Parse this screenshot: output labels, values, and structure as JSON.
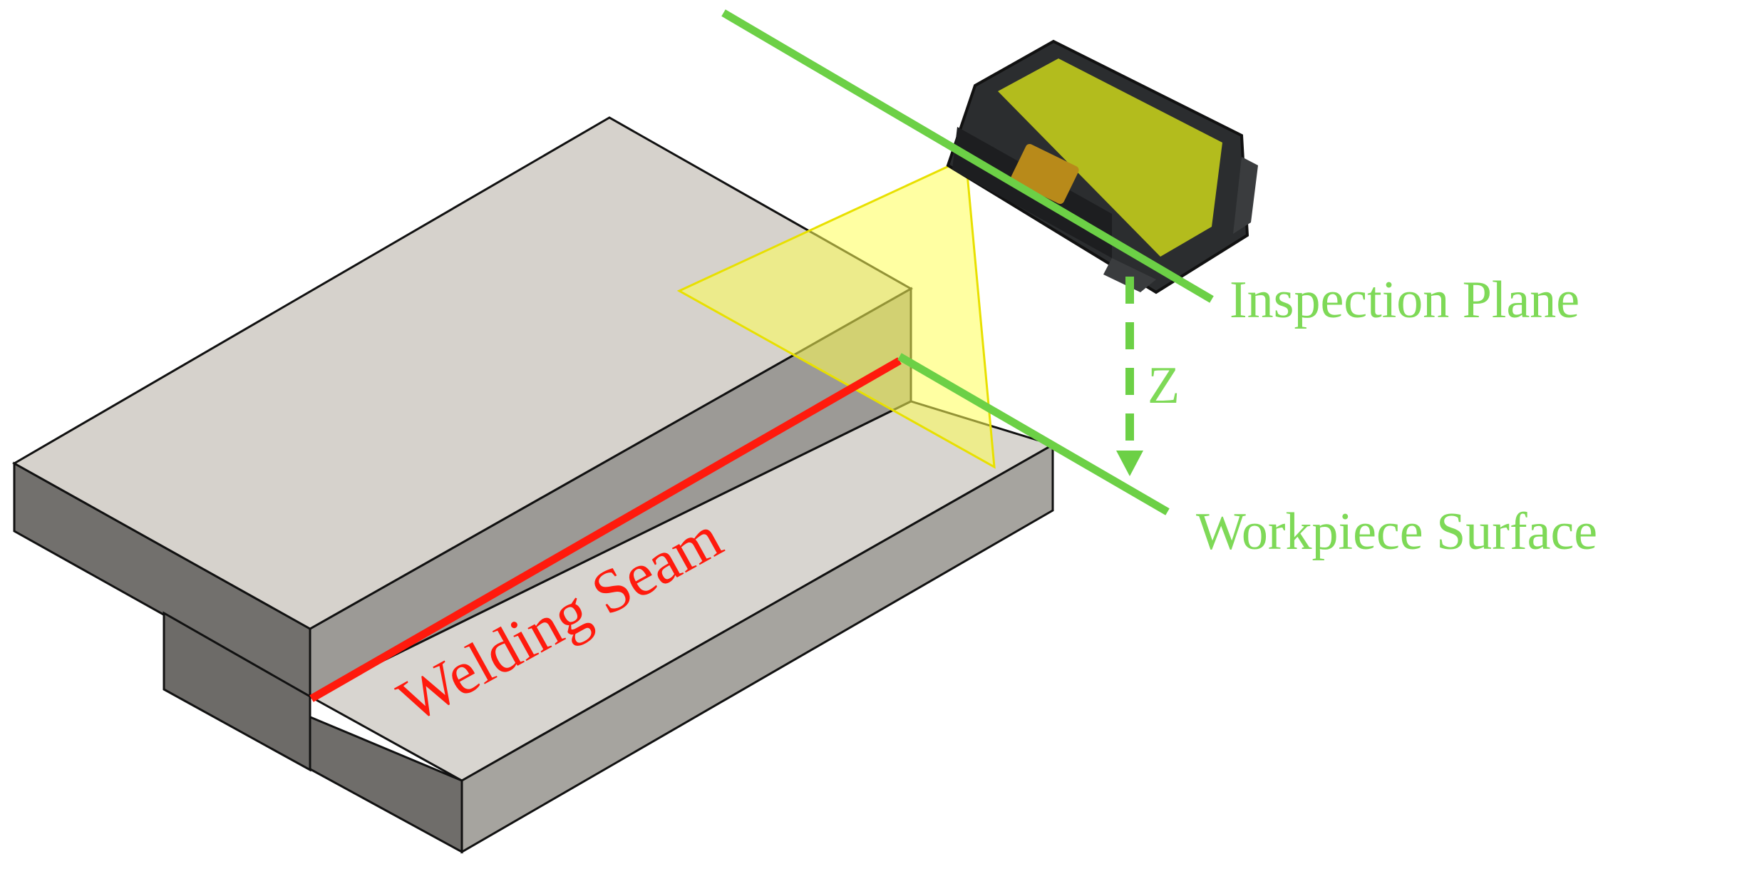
{
  "labels": {
    "inspection_plane": "Inspection Plane",
    "workpiece_surface": "Workpiece Surface",
    "distance": "Z",
    "welding_seam": "Welding Seam"
  },
  "colors": {
    "annotation_green": "#7ed957",
    "line_green": "#6cd046",
    "seam_red": "#ff1a0d",
    "laser_yellow": "#ffff66",
    "block_top": "#d6d2cc",
    "block_side_light": "#a19f9b",
    "block_side_dark": "#6f6d6a",
    "sensor_body": "#2f3133",
    "sensor_window": "#b4bd1b"
  },
  "icons": {
    "sensor": "laser-profile-sensor-icon",
    "arrow": "arrow-down-icon"
  }
}
